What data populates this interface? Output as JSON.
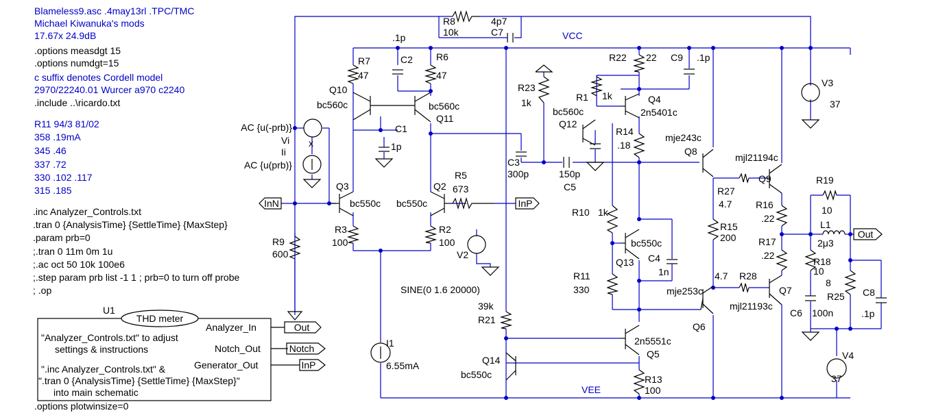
{
  "directives": [
    "Blameless9.asc .4may13rl .TPC/TMC",
    "Michael Kiwanuka's mods",
    "17.67x 24.9dB",
    ".options measdgt 15",
    ".options numdgt=15",
    "c suffix denotes Cordell model",
    "2970/22240.01 Wurcer a970 c2240",
    ".include ..\\ricardo.txt",
    "R11 94/3 81/02",
    "358 .19mA",
    "345 .46",
    "337 .72",
    "330 .102 .117",
    "315 .185"
  ],
  "sim_commands": [
    ".inc Analyzer_Controls.txt",
    ".tran 0 {AnalysisTime} {SettleTime} {MaxStep}",
    ".param prb=0",
    ";.tran 0 11m 0m 1u",
    ";.ac oct 50 10k 100e6",
    ";.step param prb list -1 1 ; prb=0 to turn off probe",
    "; .op"
  ],
  "footer_option": ".options plotwinsize=0",
  "u1": {
    "ref": "U1",
    "name": "THD meter",
    "pins": [
      "Analyzer_In",
      "Notch_Out",
      "Generator_Out"
    ],
    "note": [
      "\"Analyzer_Controls.txt\" to adjust",
      "settings & instructions",
      "\".inc Analyzer_Controls.txt\" &",
      "\".tran 0 {AnalysisTime} {SettleTime} {MaxStep}\"",
      "into main schematic"
    ]
  },
  "ports": {
    "out": "Out",
    "notch": "Notch",
    "inp": "InP",
    "inn": "InN",
    "out2": "Out",
    "inp2": "InP"
  },
  "nets": {
    "vcc": "VCC",
    "vee": "VEE"
  },
  "probe": {
    "top": "AC {u(-prb)}",
    "vi": "Vi",
    "ii": "Ii",
    "bottom": "AC {u(prb)}",
    "x": "x"
  },
  "components": {
    "R8": [
      "R8",
      "10k"
    ],
    "C7": [
      "C7",
      "4p7"
    ],
    "C2": [
      "C2",
      ".1p"
    ],
    "R7": [
      "R7",
      "47"
    ],
    "R6": [
      "R6",
      "47"
    ],
    "Q10": [
      "Q10",
      "bc560c"
    ],
    "Q11": [
      "Q11",
      "bc560c"
    ],
    "C1": [
      "C1",
      "1p"
    ],
    "Q3": [
      "Q3",
      "bc550c"
    ],
    "Q2": [
      "Q2",
      "bc550c"
    ],
    "R5": [
      "R5",
      "673"
    ],
    "R3": [
      "R3",
      "100"
    ],
    "R2": [
      "R2",
      "100"
    ],
    "R9": [
      "R9",
      "600"
    ],
    "V2": [
      "V2",
      "SINE(0 1.6 20000)"
    ],
    "I1": [
      "I1",
      "6.55mA"
    ],
    "R23": [
      "R23",
      "1k"
    ],
    "C3": [
      "C3",
      "300p"
    ],
    "C5": [
      "C5",
      "150p"
    ],
    "R1": [
      "R1",
      "1k"
    ],
    "Q12": [
      "Q12",
      "bc560c"
    ],
    "Q4": [
      "Q4",
      "2n5401c"
    ],
    "R22": [
      "R22",
      "22"
    ],
    "C9": [
      "C9",
      ".1p"
    ],
    "R14": [
      "R14",
      ".18"
    ],
    "R10": [
      "R10",
      "1k"
    ],
    "Q13": [
      "Q13",
      "bc550c"
    ],
    "C4": [
      "C4",
      "1n"
    ],
    "R11": [
      "R11",
      "330"
    ],
    "R21": [
      "R21",
      "39k"
    ],
    "Q5": [
      "Q5",
      "2n5551c"
    ],
    "Q14": [
      "Q14",
      "bc550c"
    ],
    "R13": [
      "R13",
      "100"
    ],
    "Q8": [
      "Q8",
      "mje243c"
    ],
    "R27": [
      "R27",
      "4.7"
    ],
    "R15": [
      "R15",
      "200"
    ],
    "Q9": [
      "Q9",
      "mjl21194c"
    ],
    "R16": [
      "R16",
      ".22"
    ],
    "R17": [
      "R17",
      ".22"
    ],
    "R28": [
      "R28",
      "4.7"
    ],
    "Q6": [
      "Q6",
      "mje253c"
    ],
    "Q7": [
      "Q7",
      "mjl21193c"
    ],
    "V3": [
      "V3",
      "37"
    ],
    "V4": [
      "V4",
      "37"
    ],
    "R19": [
      "R19",
      "10"
    ],
    "L1": [
      "L1",
      "2μ3"
    ],
    "R18": [
      "R18",
      "10"
    ],
    "R25": [
      "R25",
      "8"
    ],
    "C6": [
      "C6",
      "100n"
    ],
    "C8": [
      "C8",
      ".1p"
    ]
  }
}
